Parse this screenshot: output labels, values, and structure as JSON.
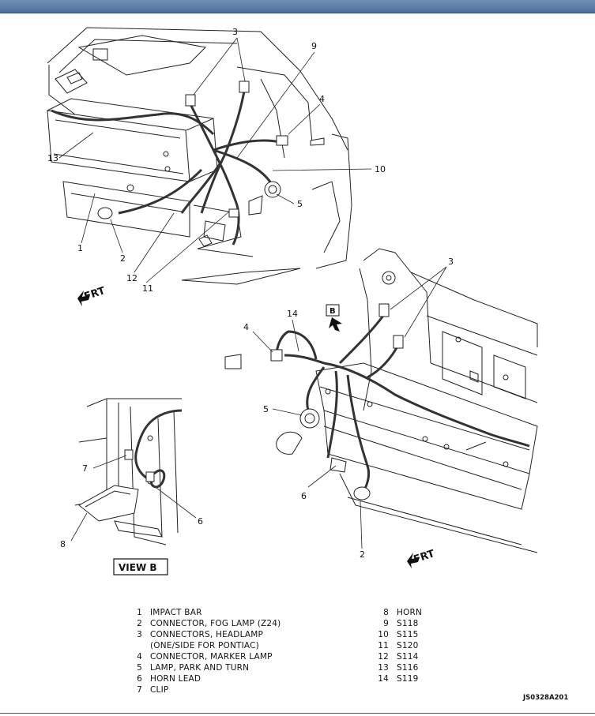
{
  "callouts": {
    "c1": "1",
    "c2a": "2",
    "c2b": "2",
    "c3a": "3",
    "c3b": "3",
    "c4a": "4",
    "c4b": "4",
    "c5a": "5",
    "c5b": "5",
    "c6": "6",
    "c7": "7",
    "c8": "8",
    "c9": "9",
    "c10": "10",
    "c11": "11",
    "c12": "12",
    "c13": "13",
    "c14": "14",
    "viewB": "B"
  },
  "frt_labels": [
    "FRT",
    "FRT"
  ],
  "view_label": "VIEW B",
  "legend_left": [
    {
      "num": "1",
      "text": "IMPACT BAR"
    },
    {
      "num": "2",
      "text": "CONNECTOR, FOG LAMP (Z24)"
    },
    {
      "num": "3",
      "text": "CONNECTORS, HEADLAMP",
      "text2": "(ONE/SIDE FOR PONTIAC)"
    },
    {
      "num": "4",
      "text": "CONNECTOR, MARKER LAMP"
    },
    {
      "num": "5",
      "text": "LAMP, PARK AND TURN"
    },
    {
      "num": "6",
      "text": "HORN LEAD"
    },
    {
      "num": "7",
      "text": "CLIP"
    }
  ],
  "legend_right": [
    {
      "num": "8",
      "text": "HORN"
    },
    {
      "num": "9",
      "text": "S118"
    },
    {
      "num": "10",
      "text": "S115"
    },
    {
      "num": "11",
      "text": "S120"
    },
    {
      "num": "12",
      "text": "S114"
    },
    {
      "num": "13",
      "text": "S116"
    },
    {
      "num": "14",
      "text": "S119"
    }
  ],
  "figure_code": "JS0328A201"
}
